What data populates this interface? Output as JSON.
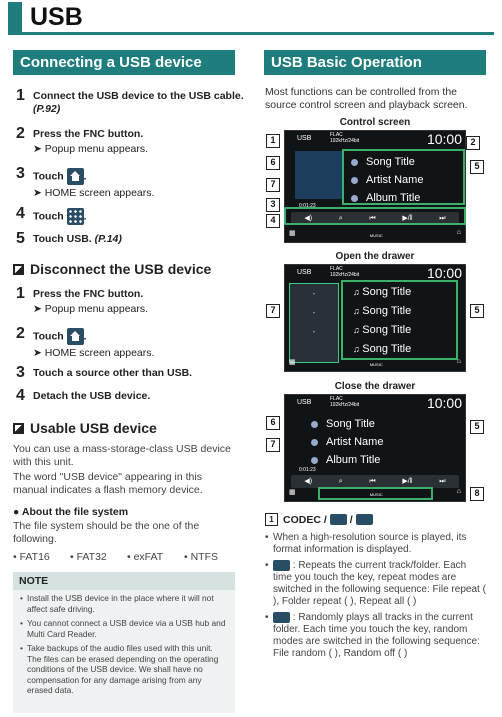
{
  "page_title": "USB",
  "left": {
    "connect_heading": "Connecting a USB device",
    "connect_steps": [
      {
        "num": "1",
        "text": "Connect the USB device to the USB cable.",
        "ref": "(P.92)"
      },
      {
        "num": "2",
        "text": "Press the FNC button.",
        "sub": "➤ Popup menu appears."
      },
      {
        "num": "3",
        "text": "Touch",
        "sub": "➤ HOME screen appears."
      },
      {
        "num": "4",
        "text": "Touch"
      },
      {
        "num": "5",
        "text": "Touch USB.",
        "ref": "(P.14)"
      }
    ],
    "disconnect_heading": "Disconnect the USB device",
    "disconnect_steps": [
      {
        "num": "1",
        "text": "Press the FNC button.",
        "sub": "➤ Popup menu appears."
      },
      {
        "num": "2",
        "text": "Touch",
        "sub": "➤ HOME screen appears."
      },
      {
        "num": "3",
        "text": "Touch a source other than USB."
      },
      {
        "num": "4",
        "text": "Detach the USB device."
      }
    ],
    "usable_heading": "Usable USB device",
    "usable_para1": "You can use a mass-storage-class USB device with this unit.",
    "usable_para2": "The word \"USB device\" appearing in this manual indicates a flash memory device.",
    "fs_heading": "● About the file system",
    "fs_para": "The file system should be the one of the following.",
    "fs_list": [
      "• FAT16",
      "• FAT32",
      "• exFAT",
      "• NTFS"
    ],
    "note_heading": "NOTE",
    "notes": [
      "Install the USB device in the place where it will not affect safe driving.",
      "You cannot connect a USB device via a USB hub and Multi Card Reader.",
      "Take backups of the audio files used with this unit. The files can be erased depending on the operating conditions of the USB device. We shall have no compensation for any damage arising from any erased data."
    ]
  },
  "right": {
    "heading": "USB Basic Operation",
    "intro": "Most functions can be controlled from the source control screen and playback screen.",
    "control_title": "Control screen",
    "open_title": "Open the drawer",
    "close_title": "Close the drawer",
    "screen": {
      "src": "USB",
      "fmt1": "FLAC",
      "fmt2": "192kHz/24bit",
      "clock": "10:00",
      "song": "Song Title",
      "artist": "Artist Name",
      "album": "Album Title",
      "time": "0:01:23",
      "music_label": "MUSIC"
    },
    "drawer_songs": [
      "Song Title",
      "Song Title",
      "Song Title",
      "Song Title"
    ],
    "drawer_placeholders": [
      "-",
      "-",
      "-"
    ],
    "callouts": {
      "c1": "1",
      "c2": "2",
      "c3": "3",
      "c4": "4",
      "c5": "5",
      "c6": "6",
      "c7": "7",
      "c8": "8"
    },
    "codec_label": "CODEC /",
    "codec_num": "1",
    "codec_items": [
      "When a high-resolution source is played, its format information is displayed.",
      ": Repeats the current track/folder. Each time you touch the key, repeat modes are switched in the following sequence: File repeat ( ), Folder repeat ( ), Repeat all ( )",
      ": Randomly plays all tracks in the current folder. Each time you touch the key, random modes are switched in the following sequence: File random ( ), Random off ( )"
    ]
  }
}
